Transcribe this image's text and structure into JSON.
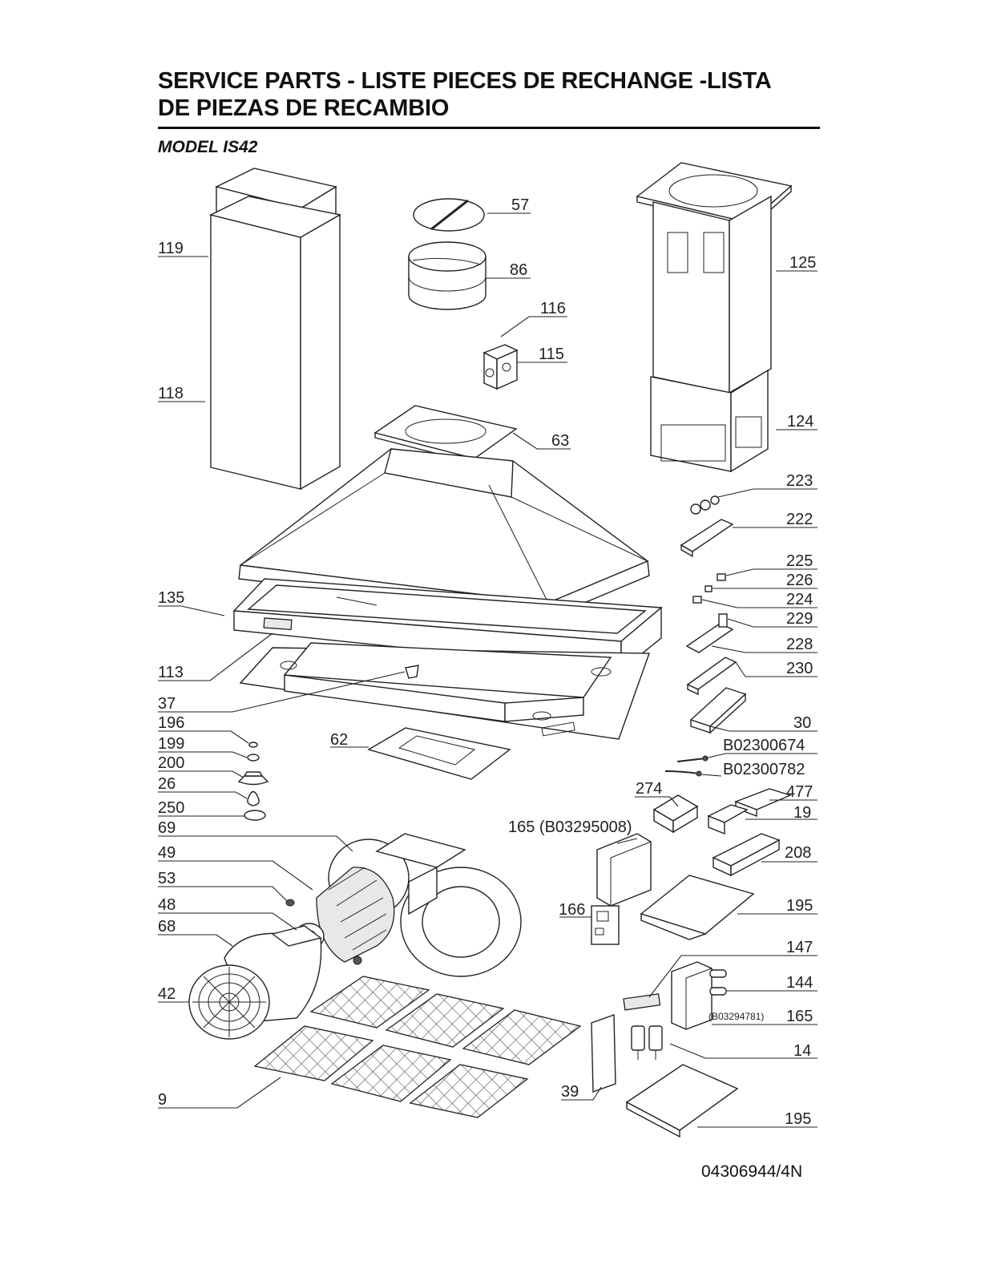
{
  "header": {
    "title_line1": "SERVICE PARTS - LISTE PIECES DE RECHANGE -LISTA",
    "title_line2": "DE PIEZAS DE RECAMBIO",
    "model": "MODEL IS42"
  },
  "footer": {
    "doc_code": "04306944/4N"
  },
  "labels": {
    "p119": "119",
    "p118": "118",
    "p135": "135",
    "p113": "113",
    "p37": "37",
    "p196": "196",
    "p199": "199",
    "p200": "200",
    "p26": "26",
    "p250": "250",
    "p69": "69",
    "p49": "49",
    "p53": "53",
    "p48": "48",
    "p68": "68",
    "p42": "42",
    "p9": "9",
    "p57": "57",
    "p86": "86",
    "p116": "116",
    "p115": "115",
    "p63": "63",
    "p62": "62",
    "p125": "125",
    "p124": "124",
    "p223": "223",
    "p222": "222",
    "p225": "225",
    "p226": "226",
    "p224": "224",
    "p229": "229",
    "p228": "228",
    "p230": "230",
    "p30": "30",
    "pB02300674": "B02300674",
    "pB02300782": "B02300782",
    "p274": "274",
    "p477": "477",
    "p19": "19",
    "p165a": "165 (B03295008)",
    "p208": "208",
    "p166": "166",
    "p195a": "195",
    "p147": "147",
    "p144": "144",
    "p165b_code": "(B03294781)",
    "p165b": "165",
    "p14": "14",
    "p39": "39",
    "p195b": "195"
  }
}
